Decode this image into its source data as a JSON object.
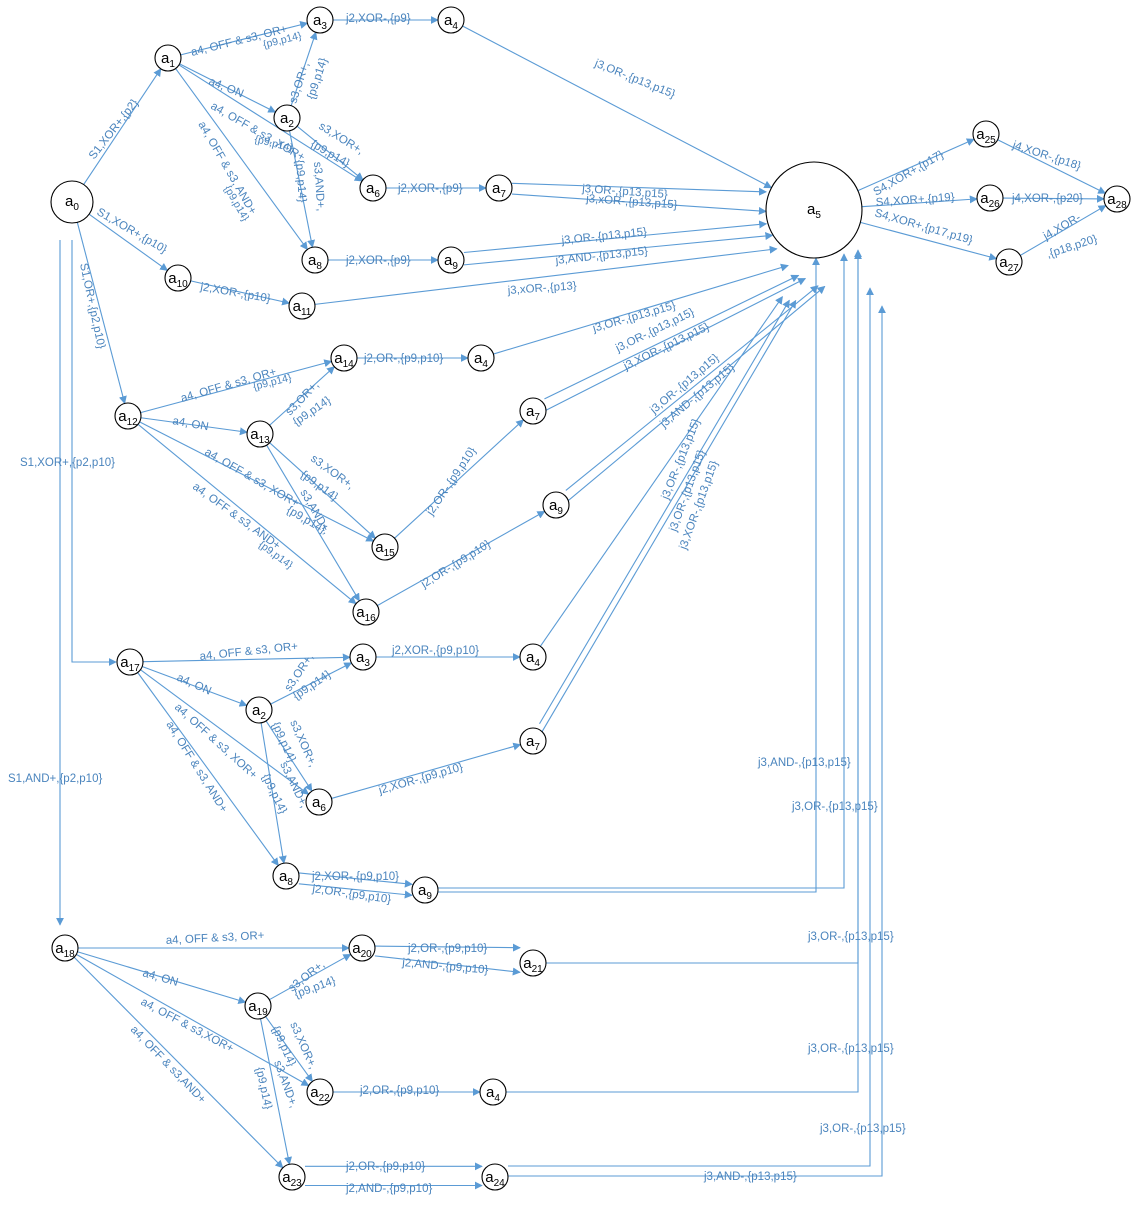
{
  "colors": {
    "edge": "#5b9bd5",
    "label": "#4a84bd",
    "node_stroke": "#000000"
  },
  "nodes": {
    "n0": {
      "base": "a",
      "sub": "0"
    },
    "n1": {
      "base": "a",
      "sub": "1"
    },
    "n2a": {
      "base": "a",
      "sub": "2"
    },
    "n3a": {
      "base": "a",
      "sub": "3"
    },
    "n4a": {
      "base": "a",
      "sub": "4"
    },
    "n5": {
      "base": "a",
      "sub": "5"
    },
    "n6a": {
      "base": "a",
      "sub": "6"
    },
    "n7a": {
      "base": "a",
      "sub": "7"
    },
    "n8a": {
      "base": "a",
      "sub": "8"
    },
    "n9a": {
      "base": "a",
      "sub": "9"
    },
    "n10": {
      "base": "a",
      "sub": "10"
    },
    "n11": {
      "base": "a",
      "sub": "11"
    },
    "n12": {
      "base": "a",
      "sub": "12"
    },
    "n13": {
      "base": "a",
      "sub": "13"
    },
    "n14": {
      "base": "a",
      "sub": "14"
    },
    "n4b": {
      "base": "a",
      "sub": "4"
    },
    "n7b": {
      "base": "a",
      "sub": "7"
    },
    "n15": {
      "base": "a",
      "sub": "15"
    },
    "n9b": {
      "base": "a",
      "sub": "9"
    },
    "n16": {
      "base": "a",
      "sub": "16"
    },
    "n17": {
      "base": "a",
      "sub": "17"
    },
    "n3c": {
      "base": "a",
      "sub": "3"
    },
    "n4c": {
      "base": "a",
      "sub": "4"
    },
    "n2c": {
      "base": "a",
      "sub": "2"
    },
    "n7c": {
      "base": "a",
      "sub": "7"
    },
    "n6c": {
      "base": "a",
      "sub": "6"
    },
    "n8c": {
      "base": "a",
      "sub": "8"
    },
    "n9c": {
      "base": "a",
      "sub": "9"
    },
    "n18": {
      "base": "a",
      "sub": "18"
    },
    "n20": {
      "base": "a",
      "sub": "20"
    },
    "n21": {
      "base": "a",
      "sub": "21"
    },
    "n19": {
      "base": "a",
      "sub": "19"
    },
    "n22": {
      "base": "a",
      "sub": "22"
    },
    "n4d": {
      "base": "a",
      "sub": "4"
    },
    "n23": {
      "base": "a",
      "sub": "23"
    },
    "n24": {
      "base": "a",
      "sub": "24"
    },
    "n25": {
      "base": "a",
      "sub": "25"
    },
    "n26": {
      "base": "a",
      "sub": "26"
    },
    "n27": {
      "base": "a",
      "sub": "27"
    },
    "n28": {
      "base": "a",
      "sub": "28"
    }
  },
  "edge_labels": {
    "e0_1": "S1,XOR+,{p2}",
    "e1_3": "a4, OFF & s3, OR+",
    "e1_3p": "{p9,p14}",
    "e3_4": "j2,XOR-,{p9}",
    "e4_5": "j3,OR-,{p13,p15}",
    "e1_2": "a4, ON",
    "e2_3": "s3,OR+,",
    "e2_3p": "{p9,p14}",
    "e1_6": "a4, OFF & s3, XOR+",
    "e1_6p": "{p9,p14}",
    "e2_6": "s3,XOR+,",
    "e2_6p": "{p9,p14}",
    "e2_8": "s3,AND+,",
    "e2_8p": "{p9,p14}",
    "e1_8": "a4, OFF & s3, AND+",
    "e1_8p": "{p9,p14}",
    "e6_7": "j2,XOR-,{p9}",
    "e7_5a": "j3,OR-,{p13,p15}",
    "e7_5b": "j3,xOR-,{p13,p15}",
    "e8_9": "j2,XOR-,{p9}",
    "e9_5a": "j3,OR-,{p13,p15}",
    "e9_5b": "j3,AND-,{p13,p15}",
    "e0_10": "S1,XOR+,{p10}",
    "e10_11": "j2,XOR-,{p10}",
    "e11_5": "j3,xOR-,{p13}",
    "e0_12": "S1,OR+,{p2,p10}",
    "e12_14": "a4, OFF & s3, OR+",
    "e12_14p": "{p9,p14}",
    "e14_4": "j2,OR-,{p9,p10}",
    "e4b_5": "j3,OR-,{p13,p15}",
    "e12_13": "a4, ON",
    "e13_14": "s3,OR+,",
    "e13_14p": "{p9,p14}",
    "e7b_5a": "j3,OR-,{p13,p15}",
    "e7b_5b": "j3,XOR-,{p13,p15}",
    "e13_15": "s3,XOR+,",
    "e13_15p": "{p9,p14}",
    "e12_15": "a4, OFF & s3, XOR+",
    "e12_15p": "{p9,p14}",
    "e15_7": "j2,OR-,{p9,p10}",
    "e9b_5a": "j3,OR-,{p13,p15}",
    "e9b_5b": "j3,AND-,{p13,p15}",
    "e13_16": "s3,AND+,",
    "e12_16": "a4, OFF & s3, AND+",
    "e12_16p": "{p9,p14}",
    "e16_9": "j2,OR-,{p9,p10}",
    "e0_17": "S1,XOR+,{p2,p10}",
    "e17_3": "a4, OFF & s3, OR+",
    "e3c_4": "j2,XOR-,{p9,p10}",
    "e4c_5": "j3,OR-,{p13,p15}",
    "e17_2": "a4, ON",
    "e2c_3": "s3,OR+,",
    "e2c_3p": "{p9,p14}",
    "e7c_5a": "j3,OR-,{p13,p15}",
    "e7c_5b": "j3,XOR-,{p13,p15}",
    "e17_6": "a4, OFF & s3, XOR+",
    "e2c_6": "s3,XOR+,",
    "e2c_6p": "{p9,p14}",
    "e6c_7": "j2,XOR-,{p9,p10}",
    "e17_8": "a4, OFF & s3, AND+",
    "e2c_8": "s3,AND+,",
    "e2c_8p": "{p9,p14}",
    "e8c_9a": "j2,XOR-,{p9,p10}",
    "e8c_9b": "j2,OR-,{p9,p10}",
    "e9c_5a": "j3,AND-,{p13,p15}",
    "e9c_5b": "j3,OR-,{p13,p15}",
    "e0_18": "S1,AND+,{p2,p10}",
    "e18_20": "a4, OFF & s3, OR+",
    "e20_21a": "j2,OR-,{p9,p10}",
    "e20_21b": "j2,AND-,{p9,p10}",
    "e21_5": "j3,OR-,{p13,p15}",
    "e18_19": "a4, ON",
    "e19_20": "s3,OR+,",
    "e19_20p": "{p9,p14}",
    "e18_22": "a4, OFF & s3,XOR+",
    "e19_22": "s3,XOR+,",
    "e19_22p": "{p9,p14}",
    "e22_4": "j2,OR-,{p9,p10}",
    "e4d_5": "j3,OR-,{p13,p15}",
    "e18_23": "a4, OFF & s3,AND+",
    "e19_23": "s3,AND+,",
    "e19_23p": "{p9,p14}",
    "e23_24a": "j2,OR-,{p9,p10}",
    "e23_24b": "j2,AND-,{p9,p10}",
    "e24_5a": "j3,OR-,{p13,p15}",
    "e24_5b": "j3,AND-,{p13,p15}",
    "e5_25": "S4,XOR+,{p17}",
    "e25_28": "j4,XOR-,{p18}",
    "e5_26": "S4,XOR+,{p19}",
    "e26_28": "j4,XOR-,{p20}",
    "e5_27": "S4,XOR+,{p17,p19}",
    "e27_28": "j4,XOR-",
    "e27_28p": ",{p18,p20}"
  }
}
